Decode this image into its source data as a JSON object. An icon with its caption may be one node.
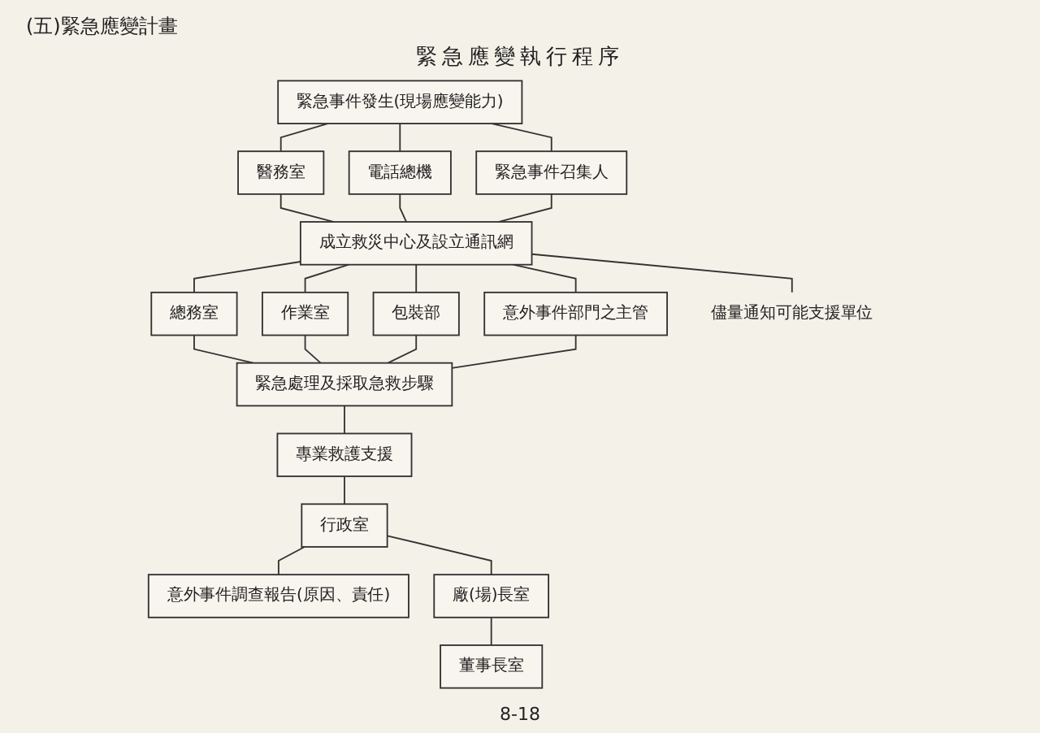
{
  "diagram": {
    "title": "緊急應變執行程序",
    "nodes": [
      {
        "text": [
          "緊急事件發生(現場應變能力)"
        ]
      },
      {
        "text": [
          "醫務室"
        ]
      },
      {
        "text": [
          "電話總機"
        ]
      },
      {
        "text": [
          "緊急事件召集人"
        ]
      },
      {
        "text": [
          "成立救災中心及設立通訊網"
        ]
      },
      {
        "text": [
          "總務室"
        ]
      },
      {
        "text": [
          "作業室"
        ]
      },
      {
        "text": [
          "包裝部"
        ]
      },
      {
        "text": [
          "意外事件部門之主管"
        ]
      },
      {
        "text": [
          "儘量通知可能支援單位"
        ]
      },
      {
        "text": [
          "緊急處理及採取急救步驟"
        ]
      },
      {
        "text": [
          "專業救護支援"
        ]
      },
      {
        "text": [
          "行政室"
        ]
      },
      {
        "text": [
          "意外事件調查報告(原因、責任)"
        ]
      },
      {
        "text": [
          "廠(場)長室"
        ]
      },
      {
        "text": [
          "董事長室"
        ]
      }
    ],
    "edges": [
      {
        "from": 0,
        "to": 1,
        "arrow": "none"
      },
      {
        "from": 0,
        "to": 2,
        "arrow": "none"
      },
      {
        "from": 0,
        "to": 3,
        "arrow": "none"
      },
      {
        "from": 1,
        "to": 4,
        "arrow": "none"
      },
      {
        "from": 2,
        "to": 4,
        "arrow": "none"
      },
      {
        "from": 3,
        "to": 4,
        "arrow": "none"
      },
      {
        "from": 4,
        "to": 9,
        "arrow": "none"
      },
      {
        "from": 4,
        "to": 5,
        "arrow": "none"
      },
      {
        "from": 4,
        "to": 6,
        "arrow": "none"
      },
      {
        "from": 4,
        "to": 7,
        "arrow": "none"
      },
      {
        "from": 4,
        "to": 8,
        "arrow": "none"
      },
      {
        "from": 5,
        "to": 10,
        "arrow": "none"
      },
      {
        "from": 6,
        "to": 10,
        "arrow": "none"
      },
      {
        "from": 7,
        "to": 10,
        "arrow": "none"
      },
      {
        "from": 8,
        "to": 10,
        "arrow": "none"
      },
      {
        "from": 10,
        "to": 11,
        "arrow": "none"
      },
      {
        "from": 11,
        "to": 12,
        "arrow": "none"
      },
      {
        "from": 12,
        "to": 13,
        "arrow": "none"
      },
      {
        "from": 12,
        "to": 14,
        "arrow": "none"
      },
      {
        "from": 14,
        "to": 15,
        "arrow": "none"
      }
    ],
    "labels": [
      "(五)緊急應變計畫",
      "8-18"
    ]
  }
}
